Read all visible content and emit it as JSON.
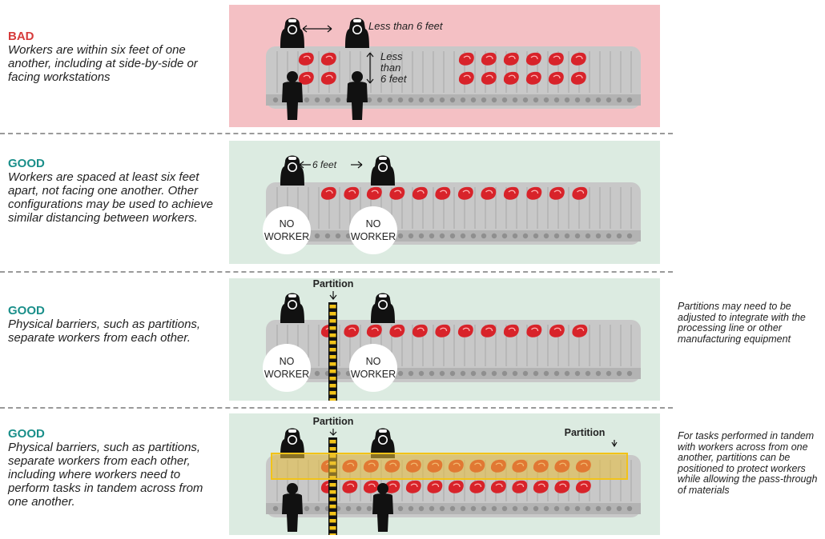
{
  "rows": [
    {
      "keyword": "BAD",
      "description": "Workers are within six feet of one another, including at side-by-side or facing workstations",
      "annotations": {
        "horizontal": "Less than 6 feet",
        "vertical": [
          "Less",
          "than",
          "6 feet"
        ]
      }
    },
    {
      "keyword": "GOOD",
      "description": "Workers are spaced at least six feet apart, not facing one another. Other configurations may be used to achieve similar distancing between workers.",
      "annotations": {
        "distance": "6 feet"
      }
    },
    {
      "keyword": "GOOD",
      "description": "Physical barriers, such as partitions, separate workers from each other.",
      "partition_label": "Partition",
      "note": "Partitions may need to be adjusted to integrate with the processing line or other manufacturing equipment"
    },
    {
      "keyword": "GOOD",
      "description": "Physical barriers, such as partitions, separate workers from each other, including where workers need to perform tasks in tandem across from one another.",
      "partition_label": "Partition",
      "partition_label_2": "Partition",
      "note": "For tasks performed in tandem with workers across from one another, partitions can be positioned to protect workers while allowing the pass-through of materials"
    }
  ],
  "no_worker": [
    "NO",
    "WORKER"
  ],
  "colors": {
    "bad_bg": "#f4c0c4",
    "good_bg": "#dcebe1",
    "bad_text": "#d63b3b",
    "good_text": "#1a8f8a",
    "conveyor": "#c8c8c8",
    "meat": "#d8232a",
    "partition_yellow": "#f2c318",
    "translucent_partition": "#e9c03a"
  }
}
